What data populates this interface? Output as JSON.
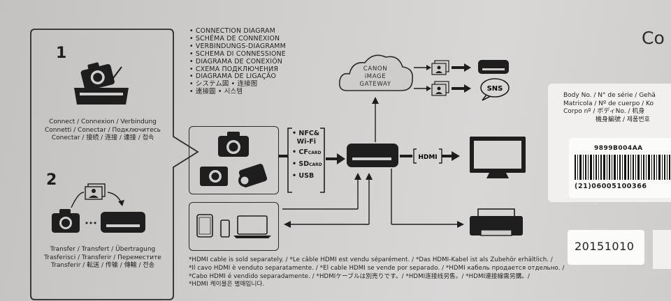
{
  "title_fragment": "Co",
  "step1": {
    "number": "1",
    "label_lines": [
      "Connect / Connexion / Verbindung",
      "Connetti / Conectar / Подключитесь",
      "Conectar / 接続 / 连接 / 連接 / 접속"
    ]
  },
  "step2": {
    "number": "2",
    "label_lines": [
      "Transfer / Transfert / Übertragung",
      "Trasferisci / Transferir / Переместите",
      "Transferir / 転送 / 传输 / 傳輸 / 전송"
    ]
  },
  "diagram_titles": [
    "• CONNECTION DIAGRAM",
    "• SCHÉMA DE CONNEXION",
    "• VERBINDUNGS-DIAGRAMM",
    "• SCHEMA DI CONNESSIONE",
    "• DIAGRAMA DE CONEXIÓN",
    "• СХЕМА ПОДКЛЮЧЕНИЯ",
    "• DIAGRAMA DE LIGAÇÃO",
    "• システム図 • 连接图",
    "• 連接圖 • 시스템"
  ],
  "cloud": {
    "lines": [
      "CANON",
      "iMAGE",
      "GATEWAY"
    ]
  },
  "sns_label": "SNS",
  "interfaces": {
    "nfc": "NFC&",
    "wifi": "Wi-Fi",
    "cf": "CF",
    "cf_small": "CARD",
    "sd": "SD",
    "sd_small": "CARD",
    "usb": "USB"
  },
  "hdmi_label": "HDMI",
  "footnote_lines": [
    "*HDMI cable is sold separately. / *Le câble HDMI est vendu séparément. / *Das HDMI-Kabel ist als Zubehör erhältlich. /",
    "*Il cavo HDMI è venduto separatamente. / *El cable HDMI se vende por separado. / *HDMI кабель продается отдельно. /",
    "*Cabo HDMI é vendido separadamente. / *HDMIケーブルは別売りです。/ *HDMI连接线另售。/ *HDMI連接線需另購。/",
    "*HDMI 케이블은 별매입니다."
  ],
  "sticker": {
    "lines": [
      "Body No. / N° de série / Gehä",
      "Matricola / Nº de cuerpo / Ko",
      "Corpo nº / ボディNo. / 机身",
      "機身編號 / 제품번호"
    ],
    "barcode_top": "9899B004AA",
    "barcode_bottom": "(21)06005100366"
  },
  "date_code": "20151010"
}
